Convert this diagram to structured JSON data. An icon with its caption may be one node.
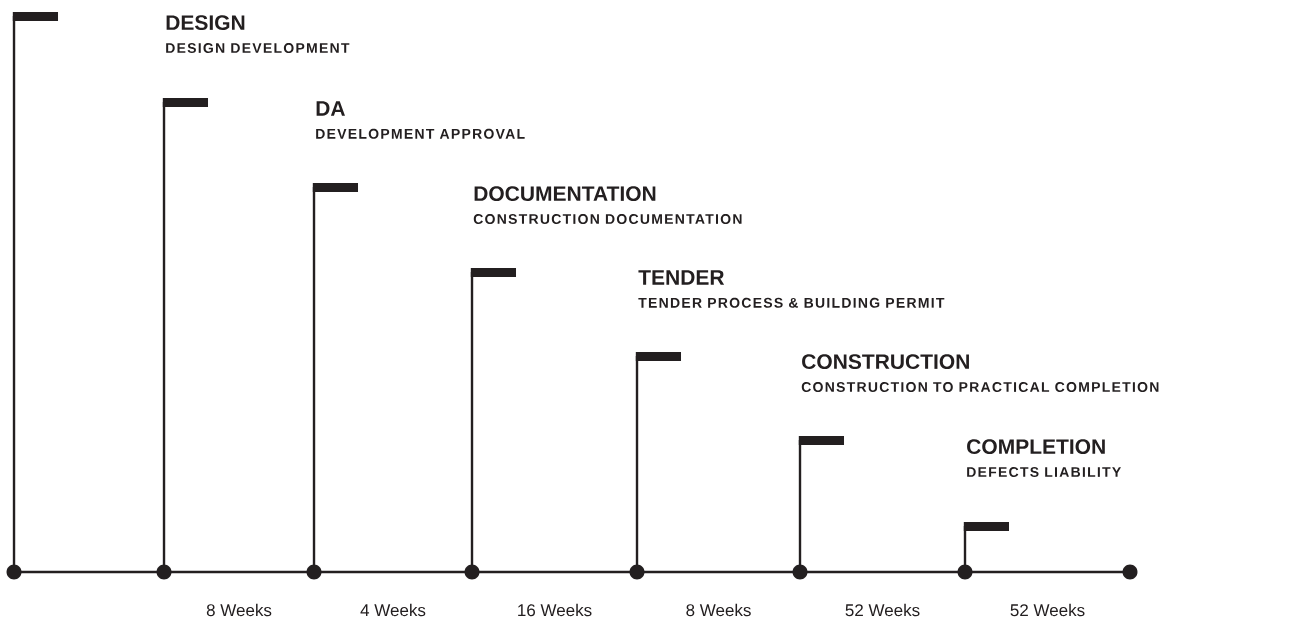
{
  "diagram": {
    "nodes": [
      {
        "text": [
          "DESIGN",
          "DESIGN DEVELOPMENT"
        ]
      },
      {
        "text": [
          "DA",
          "DEVELOPMENT APPROVAL"
        ]
      },
      {
        "text": [
          "DOCUMENTATION",
          "CONSTRUCTION DOCUMENTATION"
        ]
      },
      {
        "text": [
          "TENDER",
          "TENDER PROCESS & BUILDING PERMIT"
        ]
      },
      {
        "text": [
          "CONSTRUCTION",
          "CONSTRUCTION TO PRACTICAL COMPLETION"
        ]
      },
      {
        "text": [
          "COMPLETION",
          "DEFECTS LIABILITY"
        ]
      }
    ],
    "labels": [
      "8 Weeks",
      "4 Weeks",
      "16 Weeks",
      "8 Weeks",
      "52 Weeks",
      "52 Weeks"
    ]
  }
}
